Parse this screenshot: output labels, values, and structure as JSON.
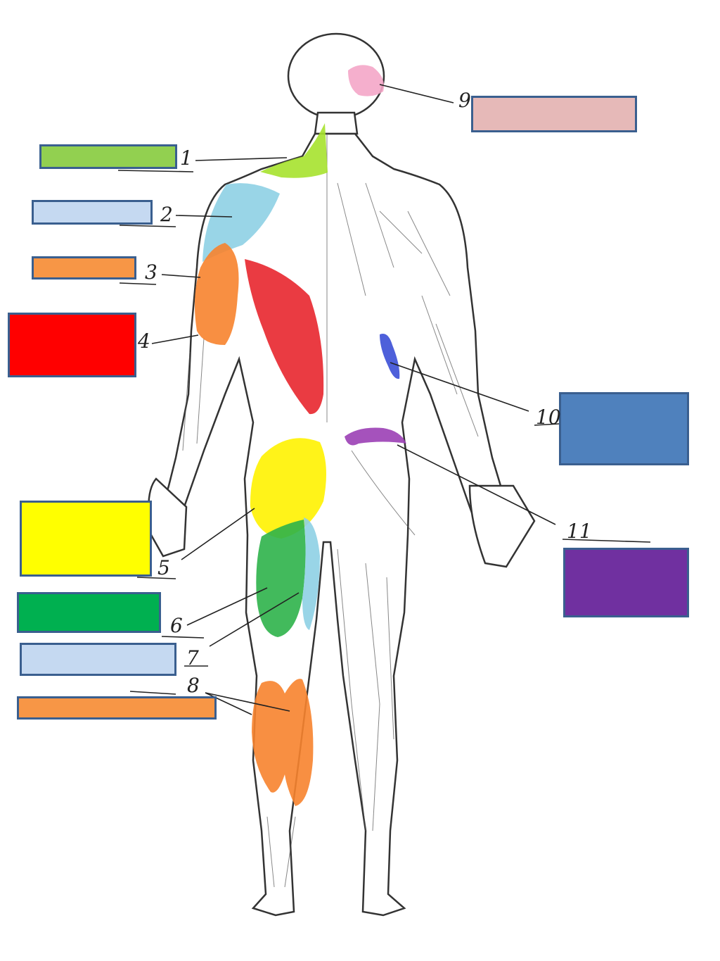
{
  "diagram": {
    "labels": [
      {
        "id": "1",
        "number": "1",
        "box_color": "#92d050"
      },
      {
        "id": "2",
        "number": "2",
        "box_color": "#c5d9f1"
      },
      {
        "id": "3",
        "number": "3",
        "box_color": "#f79646"
      },
      {
        "id": "4",
        "number": "4",
        "box_color": "#ff0000"
      },
      {
        "id": "5",
        "number": "5",
        "box_color": "#ffff00"
      },
      {
        "id": "6",
        "number": "6",
        "box_color": "#00b050"
      },
      {
        "id": "7",
        "number": "7",
        "box_color": "#c5d9f1"
      },
      {
        "id": "8",
        "number": "8",
        "box_color": "#f79646"
      },
      {
        "id": "9",
        "number": "9",
        "box_color": "#e6b9b8"
      },
      {
        "id": "10",
        "number": "10",
        "box_color": "#4f81bd"
      },
      {
        "id": "11",
        "number": "11",
        "box_color": "#7030a0"
      }
    ],
    "muscle_colors": {
      "trapezius": "#a6e22e",
      "deltoid": "#8ed0e4",
      "triceps": "#f7832e",
      "latissimus": "#e8262e",
      "gluteus": "#fff200",
      "hamstring": "#2db34a",
      "semitendinosus": "#8ed0e4",
      "calf": "#f7832e",
      "occipital": "#f4a6c8",
      "forearm": "#3b4fd6",
      "iliac": "#9b3fb5"
    }
  }
}
